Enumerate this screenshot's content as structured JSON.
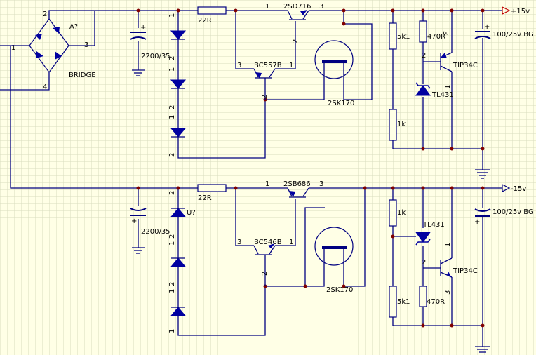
{
  "bridge": {
    "ref": "A?",
    "name": "BRIDGE",
    "pins": [
      "1",
      "2",
      "3",
      "4"
    ]
  },
  "top": {
    "cap_in": {
      "value": "2200/35",
      "polarity": "+"
    },
    "zener_pins": [
      "1",
      "2",
      "1",
      "2",
      "1",
      "2"
    ],
    "resistor": "22R",
    "driver": {
      "name": "2SD716",
      "pins": [
        "1",
        "2",
        "3"
      ]
    },
    "small": {
      "name": "BC557B",
      "pins": [
        "3",
        "1",
        "2"
      ]
    },
    "mosfet": "2SK170",
    "r_upper": "5k1",
    "r_lower": "1k",
    "r_base": "470R",
    "ref_ic": "TL431",
    "pass": {
      "name": "TIP34C",
      "pins": [
        "3",
        "2",
        "1"
      ]
    },
    "cap_out": {
      "value": "100/25v BG",
      "polarity": "+"
    },
    "output": "+15v"
  },
  "bottom": {
    "cap_in": {
      "value": "2200/35",
      "polarity": "+"
    },
    "zener_ref": "U?",
    "zener_pins": [
      "2",
      "2",
      "1",
      "2",
      "1",
      "1"
    ],
    "resistor": "22R",
    "driver": {
      "name": "2SB686",
      "pins": [
        "1",
        "3"
      ]
    },
    "small": {
      "name": "BC546B",
      "pins": [
        "3",
        "1",
        "2"
      ]
    },
    "mosfet": "2SK170",
    "r_upper": "1k",
    "r_lower": "5k1",
    "r_base": "470R",
    "ref_ic": "TL431",
    "pass": {
      "name": "TIP34C",
      "pins": [
        "1",
        "2",
        "3"
      ]
    },
    "cap_out": {
      "value": "100/25v BG",
      "polarity": "+"
    },
    "output": "-15v"
  },
  "colors": {
    "background": "#ffffe6",
    "grid": "#d9dcbf",
    "wire": "#000080",
    "component": "#0000a0",
    "junction": "#800000",
    "output_port": "#c00000"
  }
}
